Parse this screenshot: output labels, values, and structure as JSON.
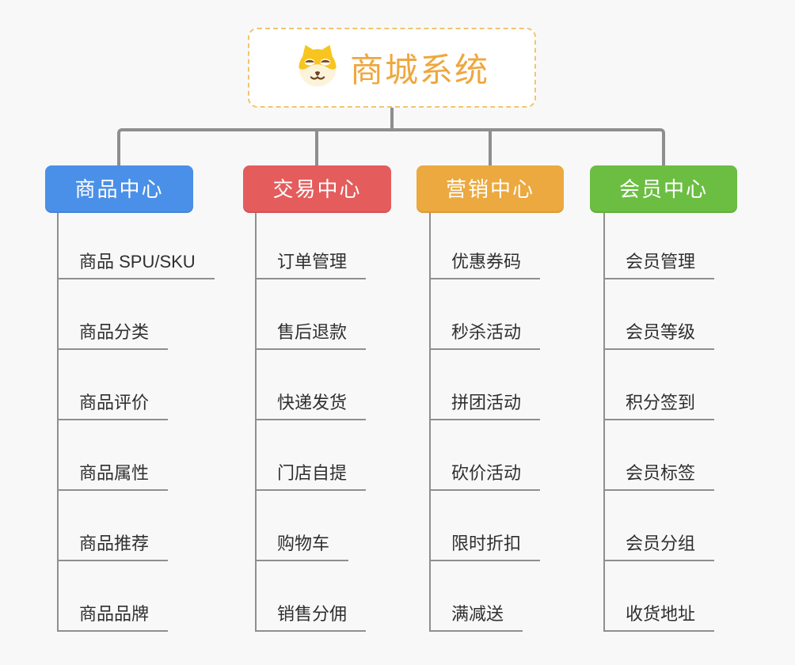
{
  "root": {
    "title": "商城系统",
    "icon": "dog-face-icon"
  },
  "branches": [
    {
      "label": "商品中心",
      "color": "#4b90e8",
      "children": [
        "商品 SPU/SKU",
        "商品分类",
        "商品评价",
        "商品属性",
        "商品推荐",
        "商品品牌"
      ]
    },
    {
      "label": "交易中心",
      "color": "#e45c5c",
      "children": [
        "订单管理",
        "售后退款",
        "快递发货",
        "门店自提",
        "购物车",
        "销售分佣"
      ]
    },
    {
      "label": "营销中心",
      "color": "#eba93f",
      "children": [
        "优惠券码",
        "秒杀活动",
        "拼团活动",
        "砍价活动",
        "限时折扣",
        "满减送"
      ]
    },
    {
      "label": "会员中心",
      "color": "#6cbe43",
      "children": [
        "会员管理",
        "会员等级",
        "积分签到",
        "会员标签",
        "会员分组",
        "收货地址"
      ]
    }
  ],
  "colors": {
    "background": "#f8f8f8",
    "root_text": "#efa73e",
    "root_border": "#f2c46f",
    "connector_line": "#8e8e8e",
    "leaf_line": "#8f8f8f",
    "leaf_text": "#2f2f2f"
  }
}
